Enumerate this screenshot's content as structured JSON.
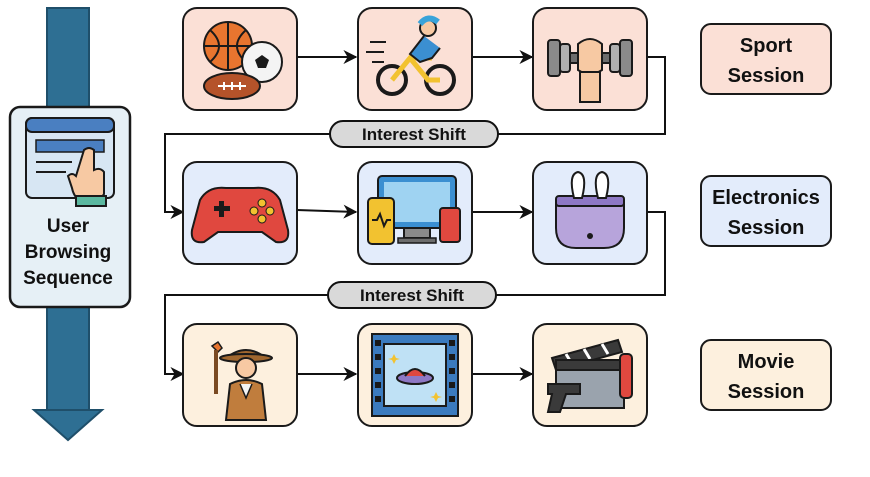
{
  "left_panel": {
    "line1": "User",
    "line2": "Browsing",
    "line3": "Sequence"
  },
  "shift_labels": [
    "Interest Shift",
    "Interest Shift"
  ],
  "sessions": [
    {
      "line1": "Sport",
      "line2": "Session",
      "fill": "#fbe0d6"
    },
    {
      "line1": "Electronics",
      "line2": "Session",
      "fill": "#e3ecfb"
    },
    {
      "line1": "Movie",
      "line2": "Session",
      "fill": "#fdf0de"
    }
  ],
  "rows": [
    {
      "fill": "#fbe0d6",
      "icons": [
        "balls-icon",
        "cyclist-icon",
        "dumbbell-icon"
      ]
    },
    {
      "fill": "#e3ecfb",
      "icons": [
        "gamepad-icon",
        "devices-icon",
        "earbuds-icon"
      ]
    },
    {
      "fill": "#fdf0de",
      "icons": [
        "explorer-icon",
        "scifi-film-icon",
        "clapperboard-icon"
      ]
    }
  ],
  "colors": {
    "arrow_dark": "#1f5a7a",
    "arrow_light": "#2e6f93",
    "shift_fill": "#d9d9d9",
    "stroke": "#1a1a1a"
  }
}
